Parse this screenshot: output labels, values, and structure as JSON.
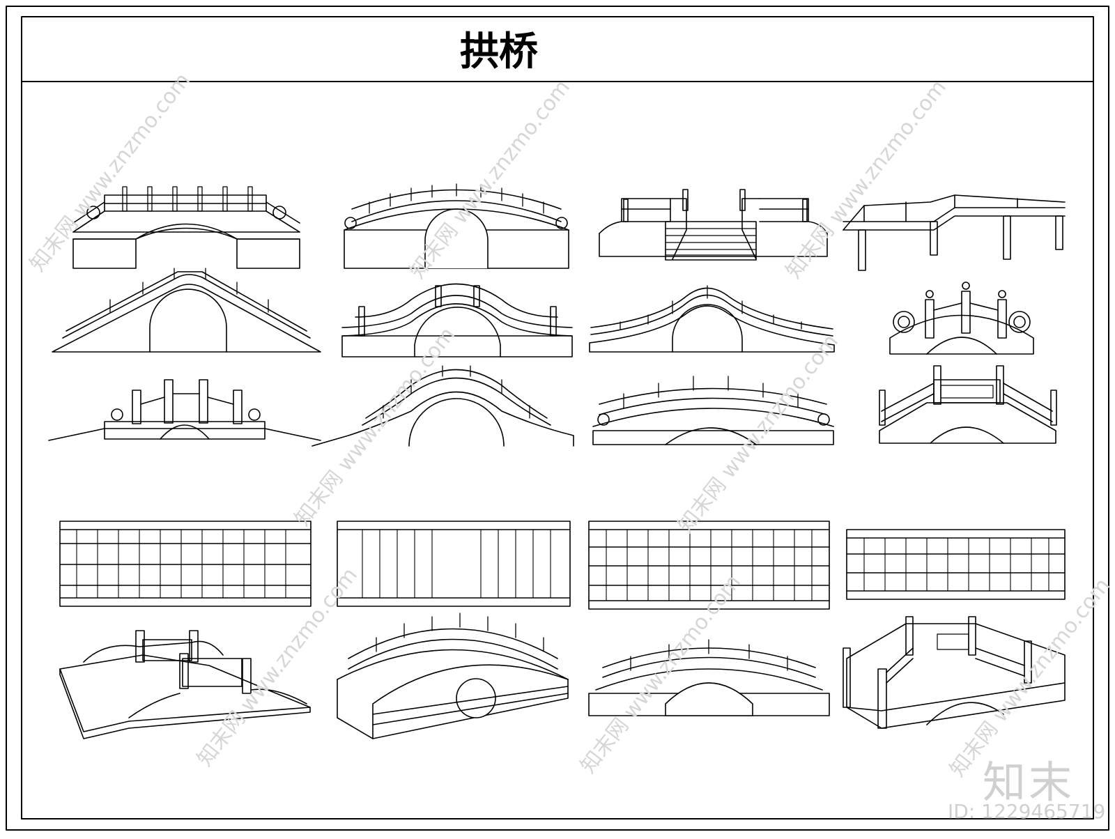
{
  "title": "拱桥",
  "watermark": {
    "site": "知末网 www.znzmo.com",
    "brand": "知末",
    "id_text": "ID: 1229465719"
  },
  "drawing": {
    "stroke_color": "#000000",
    "background_color": "#ffffff",
    "bridge_elevations_count": 16,
    "railing_plans_count": 4
  }
}
